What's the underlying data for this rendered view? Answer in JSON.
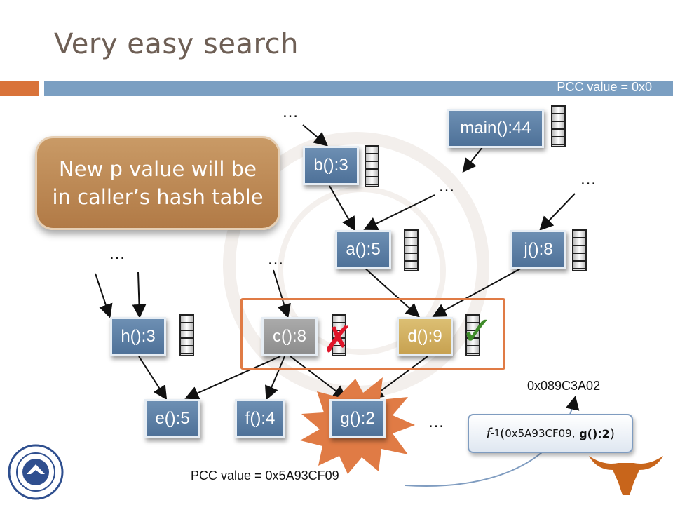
{
  "slide": {
    "title": "Very easy search",
    "pcc_top": "PCC value = 0x0",
    "pcc_bottom": "PCC value = 0x5A93CF09",
    "callout_line1": "New p value will be",
    "callout_line2": "in caller’s hash table",
    "address": "0x089C3A02",
    "function": {
      "symbol": "f",
      "superscript": "-1",
      "arg_hex": "0x5A93CF09,",
      "arg_node": "g():2"
    },
    "ellipsis": "…",
    "nodes": {
      "main": "main():44",
      "b": "b():3",
      "a": "a():5",
      "j": "j():8",
      "h": "h():3",
      "c": "c():8",
      "d": "d():9",
      "e": "e():5",
      "f": "f():4",
      "g": "g():2"
    },
    "marks": {
      "cross": "✗",
      "check": "✓"
    },
    "colors": {
      "accent_orange": "#d9733a",
      "bar_blue": "#7b9fc2",
      "node_blue": "#5b7fa6",
      "node_grey": "#9a9a9a",
      "node_gold": "#d1ad5f",
      "callout": "#bf8a55",
      "starburst": "#e07b45",
      "cross_red": "#e0152a",
      "check_green": "#3f8b2a"
    }
  }
}
